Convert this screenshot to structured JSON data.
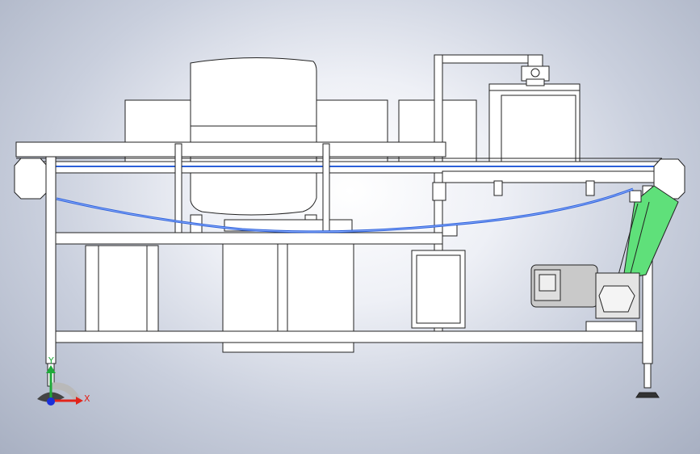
{
  "view": {
    "type": "cad-front-view",
    "background": "#d7dbe6"
  },
  "triad": {
    "x_label": "X",
    "y_label": "Y",
    "x_color": "#e2231a",
    "y_color": "#1faa3a",
    "z_color": "#1a2fd9"
  },
  "colors": {
    "frame_fill": "#ffffff",
    "line": "#222222",
    "hose": "#2b5fd9",
    "belt_green": "#5fe07a",
    "motor_gray": "#c9c9c9"
  },
  "icons": {
    "motor": "electric-motor-icon",
    "gearbox": "gearbox-icon",
    "hopper": "hopper-tank-icon",
    "conveyor": "conveyor-belt-icon",
    "triad": "coordinate-triad-icon"
  }
}
